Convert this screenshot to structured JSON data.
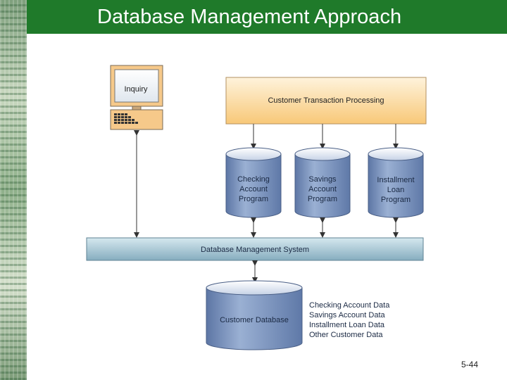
{
  "slide": {
    "title": "Database Management Approach",
    "page_number": "5-44"
  },
  "diagram": {
    "inquiry_label": "Inquiry",
    "transaction_label": "Customer Transaction Processing",
    "programs": [
      {
        "lines": [
          "Checking",
          "Account",
          "Program"
        ]
      },
      {
        "lines": [
          "Savings",
          "Account",
          "Program"
        ]
      },
      {
        "lines": [
          "Installment",
          "Loan",
          "Program"
        ]
      }
    ],
    "dbms_label": "Database Management System",
    "database_label": "Customer Database",
    "data_items": [
      "Checking Account Data",
      "Savings Account Data",
      "Installment Loan Data",
      "Other Customer Data"
    ]
  },
  "colors": {
    "title_bar": "#1f7a2a",
    "transaction_box": "#fbd89a",
    "cylinder": "#7e97c0",
    "dbms_bar": "#a9c9d6"
  }
}
